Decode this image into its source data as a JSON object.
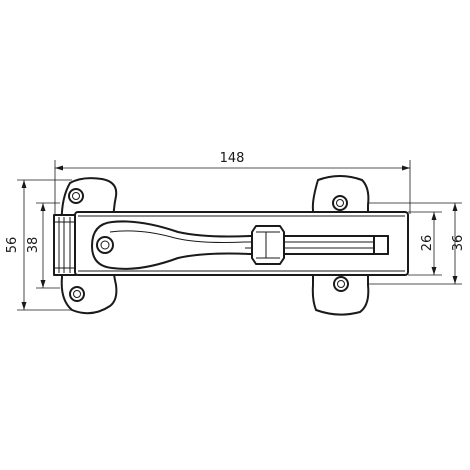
{
  "drawing": {
    "dimensions": {
      "overall_length": "148",
      "plate_height": "56",
      "hinge_height": "38",
      "bar_height": "26",
      "keeper_height": "36"
    }
  }
}
